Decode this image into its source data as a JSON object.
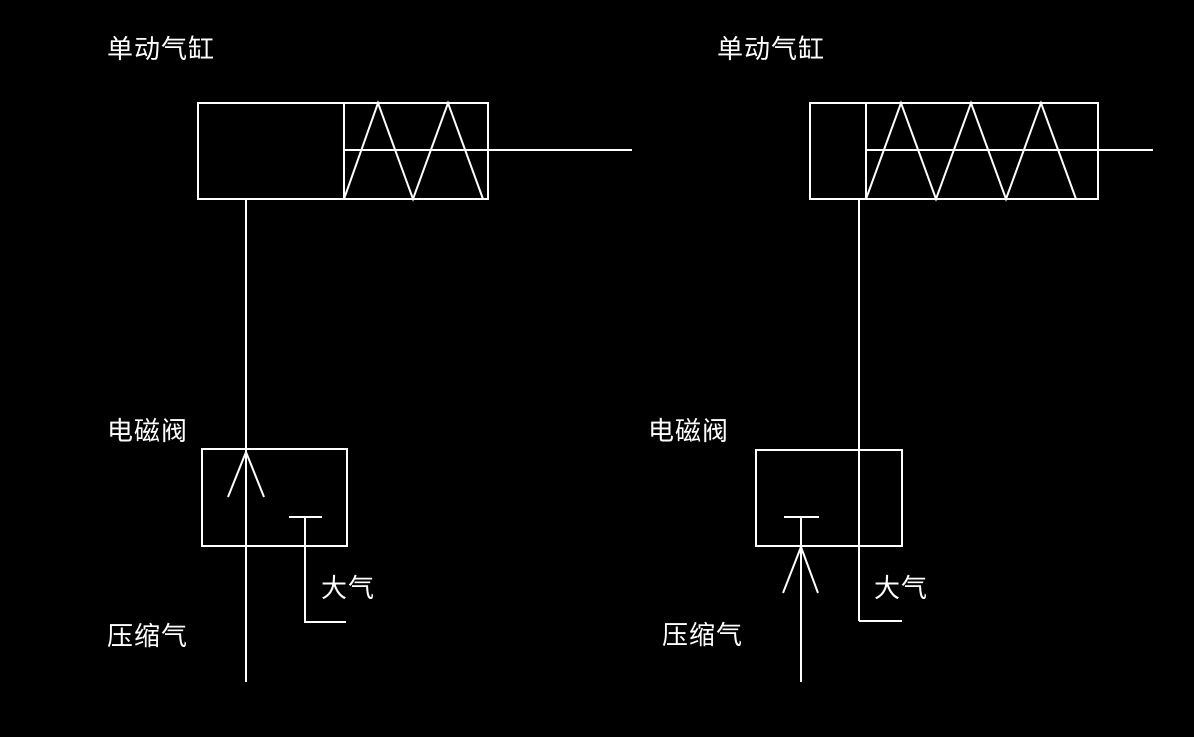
{
  "colors": {
    "background": "#000000",
    "line": "#ffffff",
    "text": "#ffffff"
  },
  "left_circuit": {
    "cylinder_label": "单动气缸",
    "valve_label": "电磁阀",
    "atmosphere_label": "大气",
    "compressed_air_label": "压缩气",
    "spring_coils": 2
  },
  "right_circuit": {
    "cylinder_label": "单动气缸",
    "valve_label": "电磁阀",
    "atmosphere_label": "大气",
    "compressed_air_label": "压缩气",
    "spring_coils": 3
  }
}
